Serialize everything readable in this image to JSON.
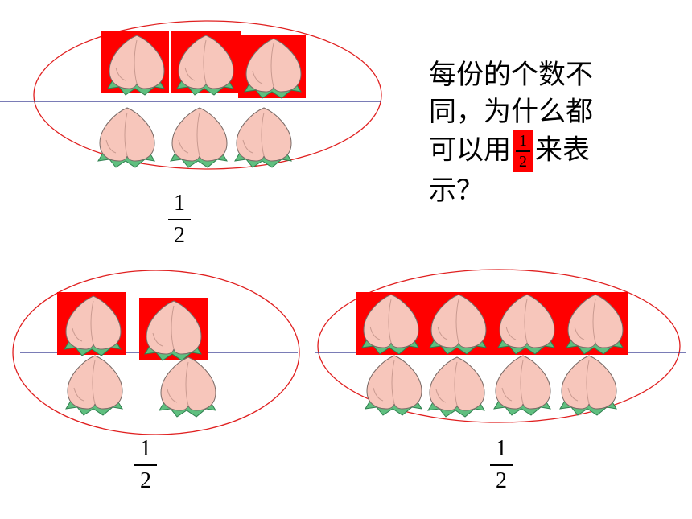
{
  "question": {
    "line1": "每份的个数不",
    "line2": "同，为什么都",
    "line3_before": "可以用",
    "line3_after": "来表",
    "line4": "示？",
    "fraction": {
      "numerator": "1",
      "denominator": "2"
    }
  },
  "groups": [
    {
      "total_peaches": 6,
      "highlighted_peaches": 3,
      "fraction": {
        "numerator": "1",
        "denominator": "2"
      }
    },
    {
      "total_peaches": 4,
      "highlighted_peaches": 2,
      "fraction": {
        "numerator": "1",
        "denominator": "2"
      }
    },
    {
      "total_peaches": 8,
      "highlighted_peaches": 4,
      "fraction": {
        "numerator": "1",
        "denominator": "2"
      }
    }
  ],
  "colors": {
    "ellipse": "#e02020",
    "divider": "#2b2f8a",
    "highlight": "#ff0000",
    "peach": "#f7c6bb",
    "leaf": "#5fbf7f"
  }
}
